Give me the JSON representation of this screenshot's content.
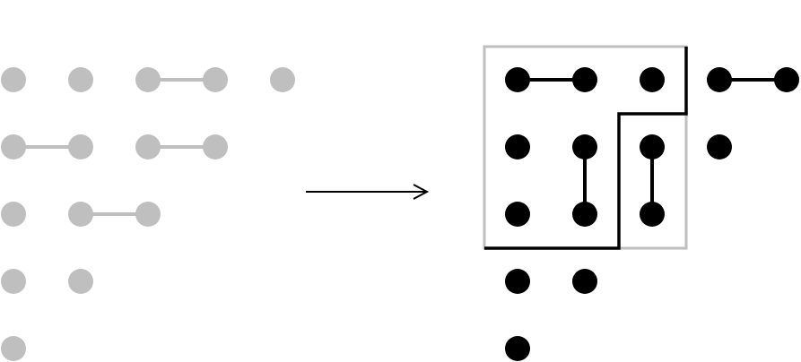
{
  "colors": {
    "left_dot": "#bfbfbf",
    "left_edge": "#bfbfbf",
    "right_dot": "#000000",
    "right_edge": "#000000",
    "frame": "#bfbfbf",
    "staircase": "#000000",
    "arrow": "#000000"
  },
  "left_diagram": {
    "rows": [
      {
        "dots": [
          1,
          1,
          1,
          1,
          1
        ],
        "links": [
          [
            2,
            3
          ]
        ]
      },
      {
        "dots": [
          1,
          1,
          1,
          1
        ],
        "links": [
          [
            0,
            1
          ],
          [
            2,
            3
          ]
        ]
      },
      {
        "dots": [
          1,
          1,
          1
        ],
        "links": [
          [
            1,
            2
          ]
        ]
      },
      {
        "dots": [
          1,
          1
        ],
        "links": []
      },
      {
        "dots": [
          1
        ],
        "links": []
      }
    ]
  },
  "right_diagram": {
    "rows": [
      {
        "dots": [
          1,
          1,
          1,
          1,
          1
        ],
        "links": [
          [
            0,
            1
          ],
          [
            3,
            4
          ]
        ]
      },
      {
        "dots": [
          1,
          1,
          1,
          1
        ],
        "links": []
      },
      {
        "dots": [
          1,
          1,
          1
        ],
        "links": []
      },
      {
        "dots": [
          1,
          1
        ],
        "links": []
      },
      {
        "dots": [
          1
        ],
        "links": []
      }
    ],
    "vertical_links": [
      {
        "col": 1,
        "from_row": 1,
        "to_row": 2
      },
      {
        "col": 2,
        "from_row": 1,
        "to_row": 2
      }
    ],
    "frame": {
      "col_start": 0,
      "col_end": 2,
      "row_start": 0,
      "row_end": 2
    },
    "staircase_steps": [
      {
        "col": 3,
        "row": 0
      },
      {
        "col": 2,
        "row": 1
      },
      {
        "col": 1,
        "row": 3
      },
      {
        "col": 0,
        "row": 3
      }
    ]
  },
  "arrow": {
    "direction": "right"
  }
}
